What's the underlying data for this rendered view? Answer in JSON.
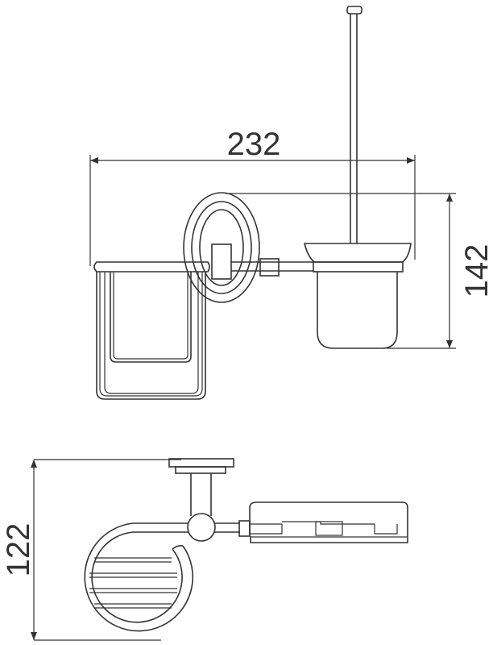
{
  "drawing": {
    "front_view": {
      "width_dimension": "232",
      "height_dimension": "142"
    },
    "side_view": {
      "height_dimension": "122"
    },
    "line_color": "#333333"
  }
}
